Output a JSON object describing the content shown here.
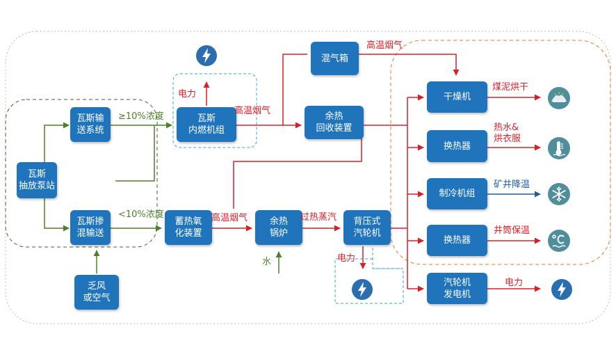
{
  "nodes": {
    "gas_pump_station": "瓦斯\n抽放泵站",
    "gas_transport": "瓦斯输\n送系统",
    "gas_mixing": "瓦斯掺\n混输送",
    "lean_air": "乏风\n或空气",
    "gas_engine": "瓦斯\n内燃机组",
    "regenerative_oxidation": "蓄热氧\n化装置",
    "waste_heat_boiler": "余热\n锅炉",
    "mixing_box": "混气箱",
    "waste_heat_recovery": "余热\n回收装置",
    "backpressure_turbine": "背压式\n汽轮机",
    "dryer": "干燥机",
    "heat_exchanger_1": "换热器",
    "refrigeration_unit": "制冷机组",
    "heat_exchanger_2": "换热器",
    "turbine_generator": "汽轮机\n发电机"
  },
  "labels": {
    "concentration_high": "≥10%浓度",
    "concentration_low": "<10%浓度",
    "power_engine": "电力",
    "high_temp_flue_engine": "高温烟气",
    "high_temp_flue_oxidation": "高温烟气",
    "high_temp_flue_mixbox": "高温烟气",
    "superheated_steam": "过热蒸汽",
    "water": "水",
    "power_turbine": "电力",
    "power_generator": "电力",
    "coal_slime_drying": "煤泥烘干",
    "hot_water_clothes": "热水&\n烘衣服",
    "mine_cooling": "矿井降温",
    "shaft_insulation": "井筒保温"
  },
  "icons": [
    "lightning-icon",
    "lightning-icon",
    "lightning-icon",
    "coal-pile-icon",
    "thermometer-icon",
    "snowflake-icon",
    "celsius-icon"
  ],
  "colors": {
    "node_fill": "#1f74bb",
    "gas_flow": "#4f7f2b",
    "heat_flow": "#d7202a",
    "cooling_flow": "#1f5fa0",
    "icon_bg": "#2a6eb0",
    "end_use_icon_bg": "#4f8e9a"
  }
}
